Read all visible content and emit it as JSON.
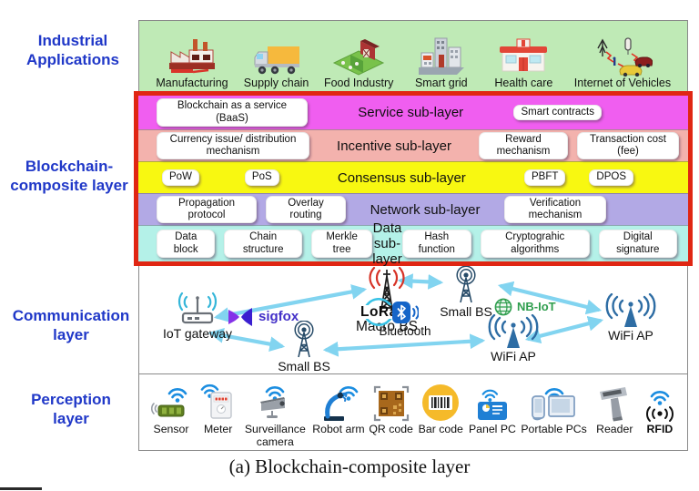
{
  "caption": "(a) Blockchain-composite layer",
  "colors": {
    "label_blue": "#2038c8",
    "apps_bg": "#bfeab6",
    "service_bg": "#f05ef0",
    "incentive_bg": "#f3b2ad",
    "consensus_bg": "#f8f811",
    "network_bg": "#b2a9e5",
    "data_bg": "#b4f1e8",
    "red_border": "#e02613",
    "arrow_blue": "#82d4f0"
  },
  "side_labels": {
    "applications": "Industrial\nApplications",
    "blockchain": "Blockchain-\ncomposite layer",
    "communication": "Communication\nlayer",
    "perception": "Perception\nlayer"
  },
  "applications": [
    {
      "label": "Manufacturing",
      "icon": "factory-icon"
    },
    {
      "label": "Supply chain",
      "icon": "truck-icon"
    },
    {
      "label": "Food Industry",
      "icon": "farm-icon"
    },
    {
      "label": "Smart grid",
      "icon": "smart-city-icon"
    },
    {
      "label": "Health care",
      "icon": "hospital-icon"
    },
    {
      "label": "Internet of Vehicles",
      "icon": "connected-vehicles-icon"
    }
  ],
  "sublayers": [
    {
      "title": "Service sub-layer",
      "left": [
        "Blockchain as a service (BaaS)"
      ],
      "right": [
        "Smart contracts"
      ]
    },
    {
      "title": "Incentive sub-layer",
      "left": [
        "Currency issue/ distribution mechanism"
      ],
      "right": [
        "Reward mechanism",
        "Transaction cost (fee)"
      ]
    },
    {
      "title": "Consensus sub-layer",
      "left": [
        "PoW",
        "PoS"
      ],
      "right": [
        "PBFT",
        "DPOS"
      ]
    },
    {
      "title": "Network sub-layer",
      "left": [
        "Propagation protocol",
        "Overlay routing"
      ],
      "right": [
        "Verification mechanism"
      ]
    },
    {
      "title": "Data sub-layer",
      "left": [
        "Data block",
        "Chain structure",
        "Merkle tree"
      ],
      "right": [
        "Hash function",
        "Cryptograhic algorithms",
        "Digital signature"
      ]
    }
  ],
  "communication": {
    "nodes": [
      {
        "id": "iot-gateway",
        "label": "IoT gateway",
        "icon": "router-icon"
      },
      {
        "id": "sigfox",
        "label": "sigfox",
        "icon": "sigfox-logo"
      },
      {
        "id": "macro-bs",
        "label": "Macro BS",
        "icon": "macro-bs-icon"
      },
      {
        "id": "lora",
        "label": "LoRa",
        "icon": "lora-logo"
      },
      {
        "id": "bluetooth",
        "label": "Bluetooth",
        "icon": "bluetooth-icon"
      },
      {
        "id": "small-bs-top",
        "label": "Small BS",
        "icon": "small-bs-icon"
      },
      {
        "id": "nb-iot",
        "label": "NB-IoT",
        "icon": "nb-iot-logo"
      },
      {
        "id": "wifi-ap-right",
        "label": "WiFi AP",
        "icon": "wifi-ap-icon"
      },
      {
        "id": "small-bs-bottom",
        "label": "Small BS",
        "icon": "small-bs-icon"
      },
      {
        "id": "wifi-ap-bottom",
        "label": "WiFi AP",
        "icon": "wifi-ap-icon"
      }
    ]
  },
  "perception": [
    {
      "label": "Sensor",
      "icon": "sensor-icon"
    },
    {
      "label": "Meter",
      "icon": "meter-icon"
    },
    {
      "label": "Surveillance camera",
      "icon": "surveillance-camera-icon"
    },
    {
      "label": "Robot arm",
      "icon": "robot-arm-icon"
    },
    {
      "label": "QR code",
      "icon": "qr-code-icon"
    },
    {
      "label": "Bar code",
      "icon": "bar-code-icon"
    },
    {
      "label": "Panel PC",
      "icon": "panel-pc-icon"
    },
    {
      "label": "Portable PCs",
      "icon": "portable-pcs-icon"
    },
    {
      "label": "Reader",
      "icon": "reader-icon"
    },
    {
      "label": "RFID",
      "icon": "rfid-icon"
    }
  ]
}
